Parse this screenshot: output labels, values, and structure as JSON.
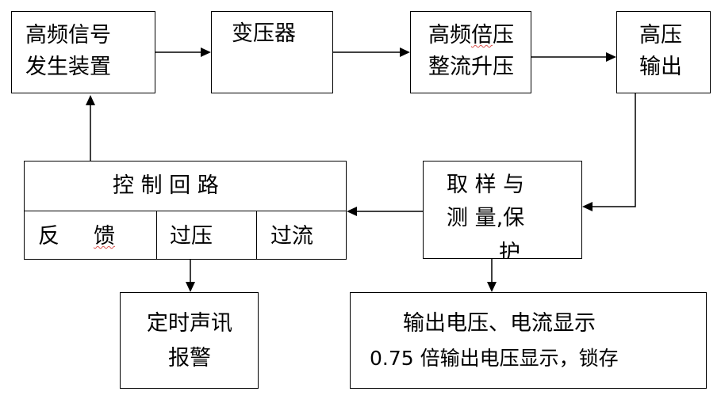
{
  "nodes": {
    "hf_gen_l1": "高频信号",
    "hf_gen_l2": "发生装置",
    "transformer": "变压器",
    "hf_mult_l1a": "高频",
    "hf_mult_l1b": "倍",
    "hf_mult_l1c": "压",
    "hf_mult_l2": "整流升压",
    "hv_out_l1": "高压",
    "hv_out_l2": "输出",
    "control": "控 制 回 路",
    "feedback_a": "反",
    "feedback_b": "馈",
    "overvoltage": "过压",
    "overcurrent": "过流",
    "sampling_l1": "取 样 与",
    "sampling_l2": "测 量,保",
    "sampling_l3": "护",
    "alarm_l1": "定时声讯",
    "alarm_l2": "报警",
    "display_l1": "输出电压、电流显示",
    "display_l2": "0.75 倍输出电压显示，锁存"
  }
}
